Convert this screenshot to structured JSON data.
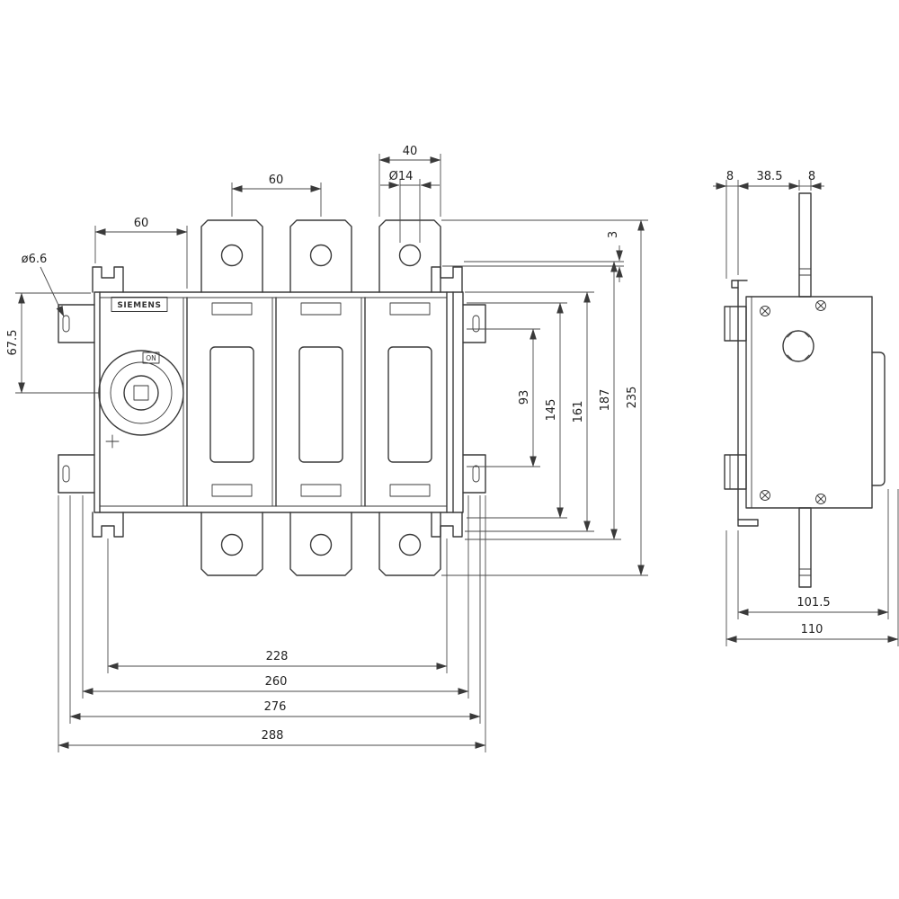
{
  "page": {
    "background": "#ffffff",
    "line_color": "#3a3a3a"
  },
  "front_view": {
    "brand": "SIEMENS",
    "handle_label": "ON",
    "dims": {
      "tab_width": "40",
      "pole_pitch": "60",
      "hole_diameter": "Ø14",
      "handle_module_width": "60",
      "bracket_slot": "ø6.6",
      "top_offset": "3",
      "handle_center_from_top": "67.5",
      "v_93": "93",
      "v_145": "145",
      "v_161": "161",
      "v_187": "187",
      "v_235": "235",
      "w_228": "228",
      "w_260": "260",
      "w_276": "276",
      "w_288": "288"
    }
  },
  "side_view": {
    "dims": {
      "top_8_left": "8",
      "top_38_5": "38.5",
      "top_8_right": "8",
      "depth_101_5": "101.5",
      "depth_110": "110"
    }
  }
}
